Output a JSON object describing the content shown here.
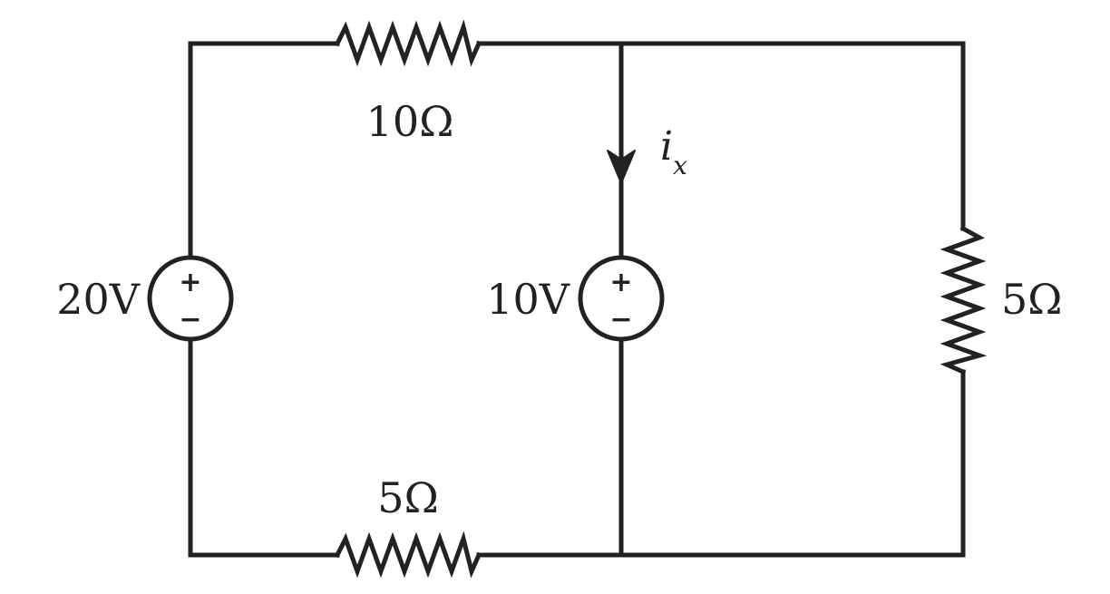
{
  "labels": {
    "r_top": "10Ω",
    "r_bottom": "5Ω",
    "r_right": "5Ω",
    "v_left": "20V",
    "v_mid": "10V",
    "current_main": "i",
    "current_sub": "x",
    "plus": "+",
    "minus": "−"
  }
}
